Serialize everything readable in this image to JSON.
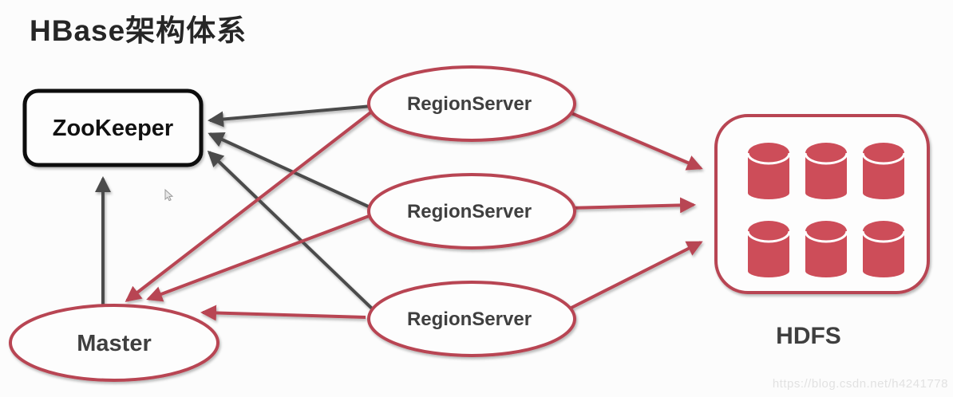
{
  "title": "HBase架构体系",
  "nodes": {
    "zookeeper": {
      "label": "ZooKeeper"
    },
    "master": {
      "label": "Master"
    },
    "region_servers": [
      {
        "label": "RegionServer"
      },
      {
        "label": "RegionServer"
      },
      {
        "label": "RegionServer"
      }
    ],
    "hdfs": {
      "label": "HDFS",
      "cylinder_count": 6
    }
  },
  "edges": [
    {
      "from": "master",
      "to": "zookeeper",
      "style": "dark-arrow"
    },
    {
      "from": "regionserver-1",
      "to": "zookeeper",
      "style": "dark-arrow"
    },
    {
      "from": "regionserver-2",
      "to": "zookeeper",
      "style": "dark-arrow"
    },
    {
      "from": "regionserver-3",
      "to": "zookeeper",
      "style": "dark-arrow"
    },
    {
      "from": "regionserver-1",
      "to": "master",
      "style": "red-arrow"
    },
    {
      "from": "regionserver-2",
      "to": "master",
      "style": "red-arrow"
    },
    {
      "from": "regionserver-3",
      "to": "master",
      "style": "red-arrow"
    },
    {
      "from": "regionserver-1",
      "to": "hdfs",
      "style": "red-arrow"
    },
    {
      "from": "regionserver-2",
      "to": "hdfs",
      "style": "red-arrow"
    },
    {
      "from": "regionserver-3",
      "to": "hdfs",
      "style": "red-arrow"
    }
  ],
  "colors": {
    "red_stroke": "#b84552",
    "dark_stroke": "#4b4b4b",
    "cylinder_fill": "#cd4d59",
    "label_text": "#3f3f3f"
  },
  "watermark": "https://blog.csdn.net/h4241778"
}
